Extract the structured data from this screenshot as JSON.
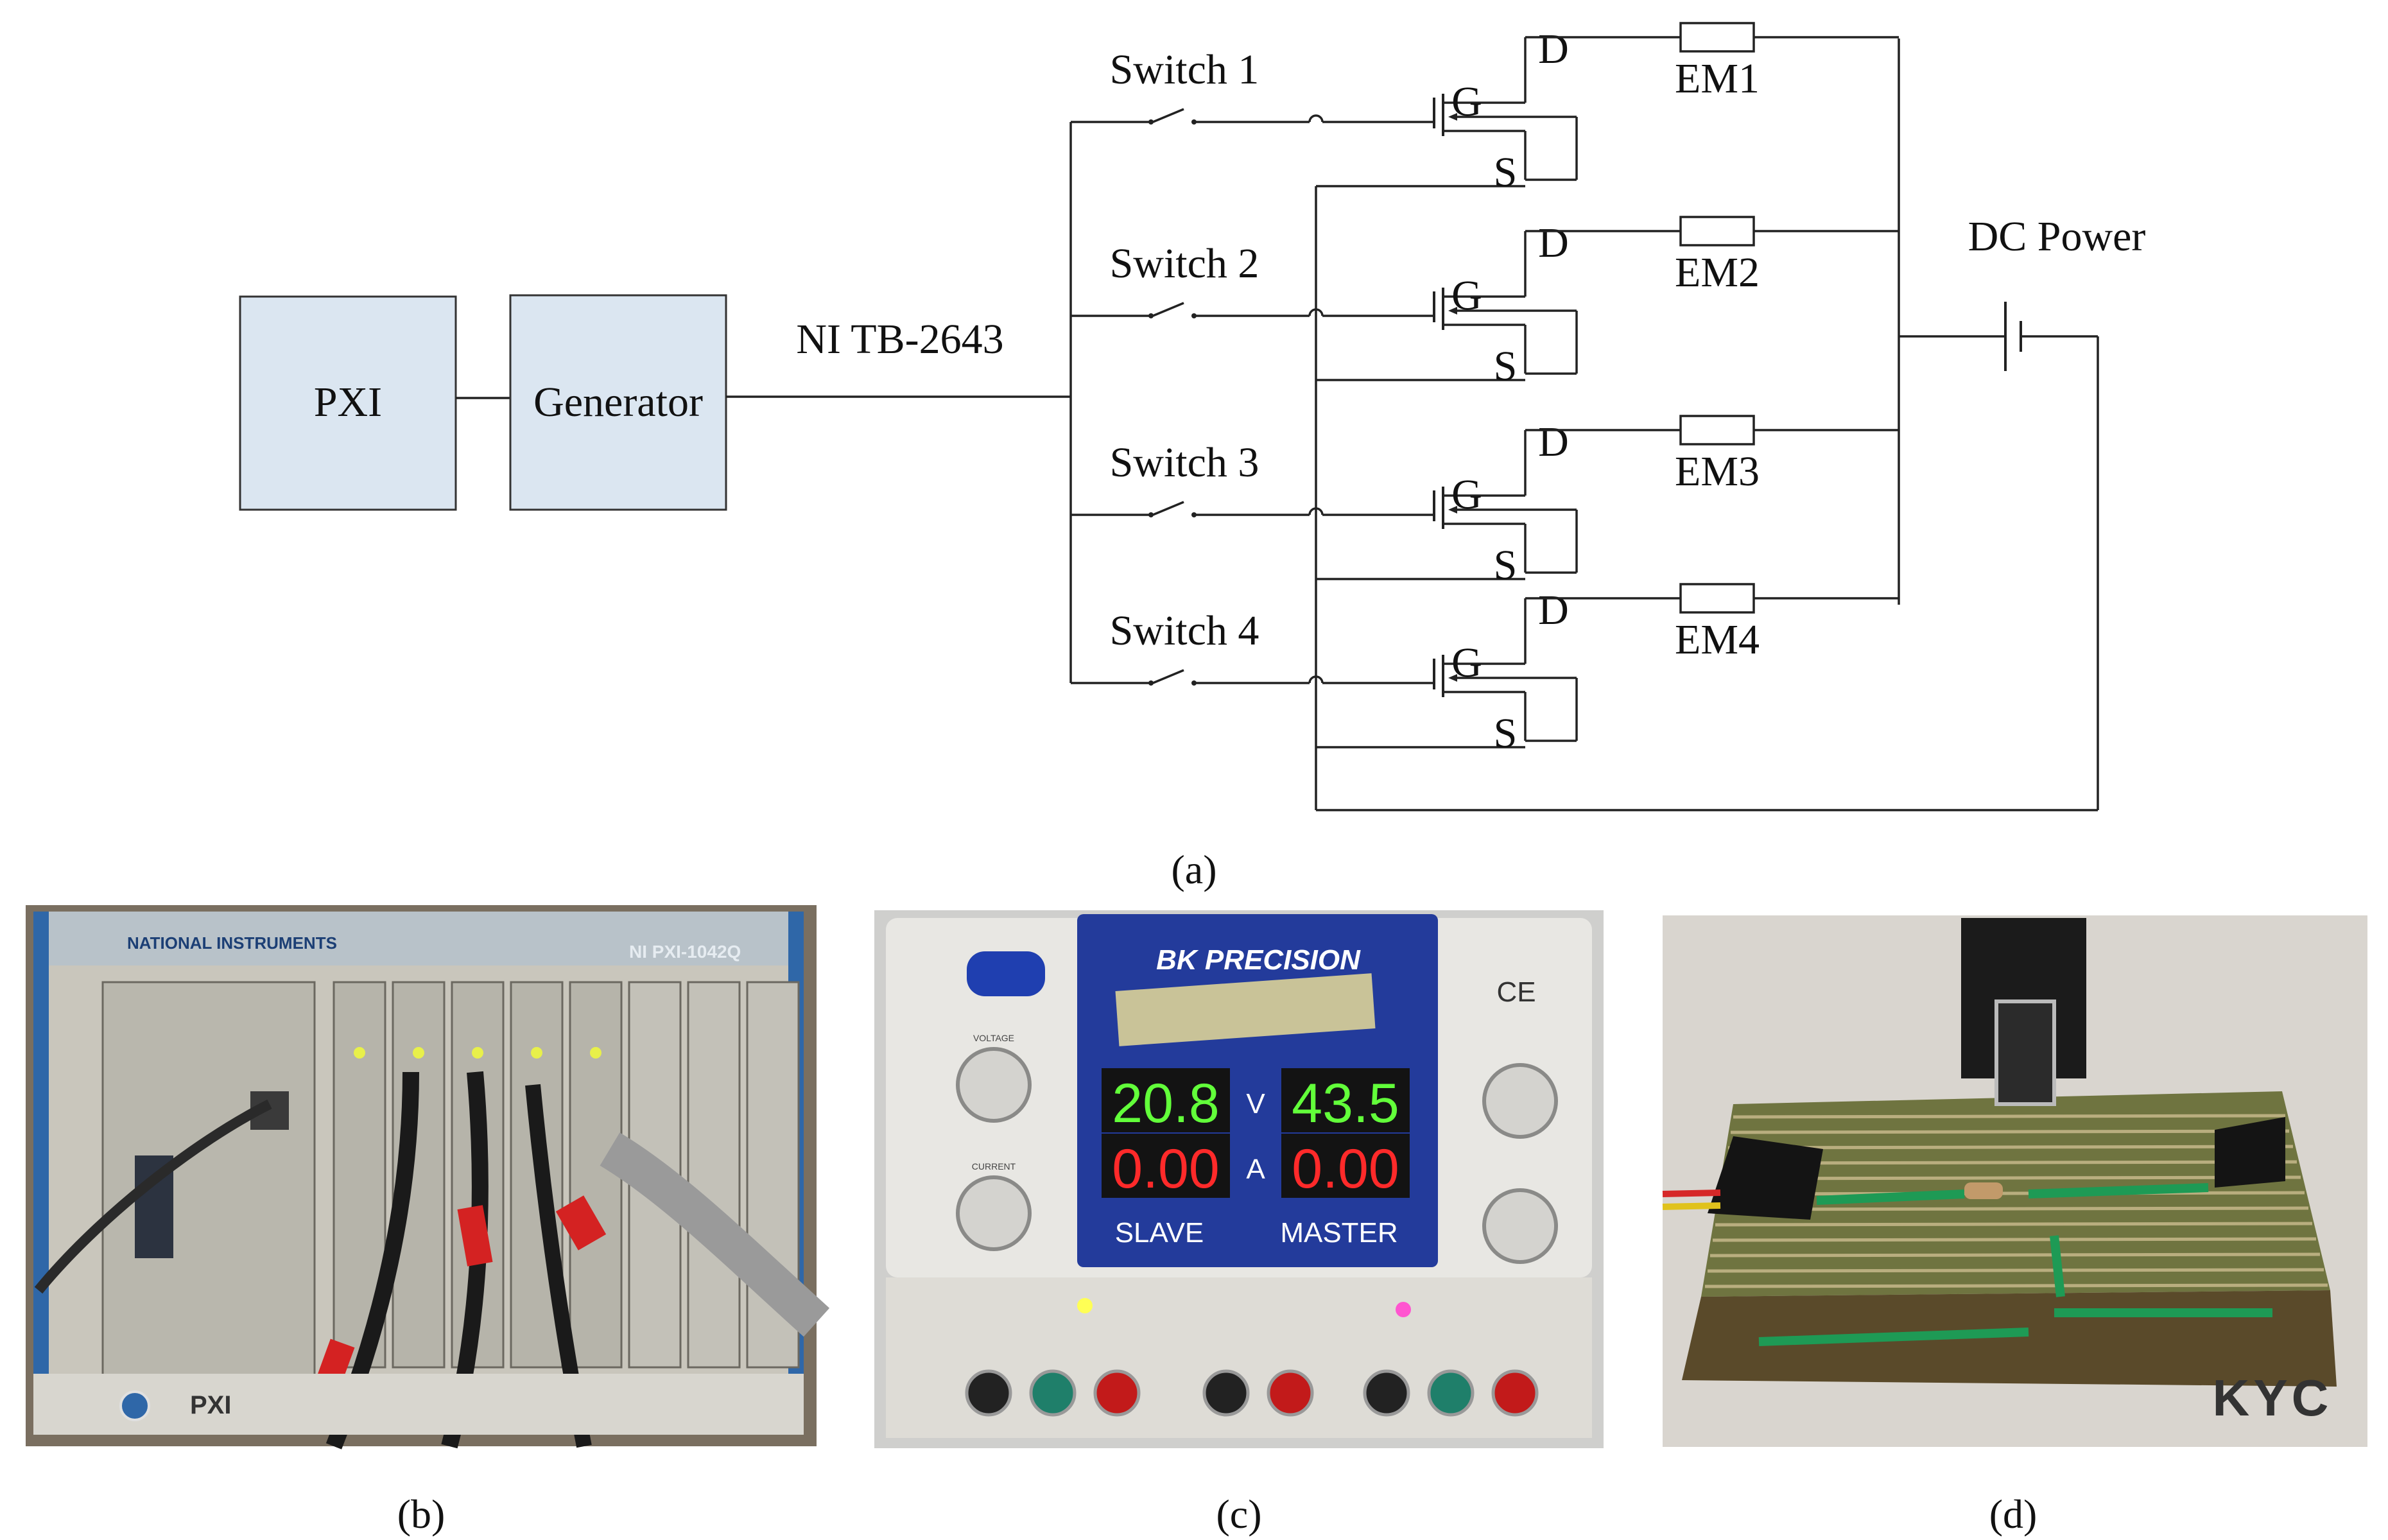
{
  "panel_a": {
    "caption": "(a)",
    "blocks": {
      "pxi": "PXI",
      "generator": "Generator"
    },
    "bus_label": "NI TB-2643",
    "switches": [
      "Switch 1",
      "Switch 2",
      "Switch 3",
      "Switch 4"
    ],
    "electromagnets": [
      "EM1",
      "EM2",
      "EM3",
      "EM4"
    ],
    "terminals": {
      "gate": "G",
      "drain": "D",
      "source": "S"
    },
    "power_label": "DC Power"
  },
  "panel_b": {
    "caption": "(b)",
    "brand": "NATIONAL INSTRUMENTS",
    "model": "NI PXI-1042Q",
    "chassis_label": "PXI"
  },
  "panel_c": {
    "caption": "(c)",
    "brand": "BK PRECISION",
    "display_voltage_slave": "20.8",
    "display_voltage_master": "43.5",
    "display_current_slave": "0.00",
    "display_current_master": "0.00",
    "unit_v": "V",
    "unit_a": "A",
    "slave_label": "SLAVE",
    "master_label": "MASTER",
    "ce_mark": "CE",
    "knob_voltage": "VOLTAGE",
    "knob_current": "CURRENT"
  },
  "panel_d": {
    "caption": "(d)",
    "board_initials": "KYC"
  }
}
